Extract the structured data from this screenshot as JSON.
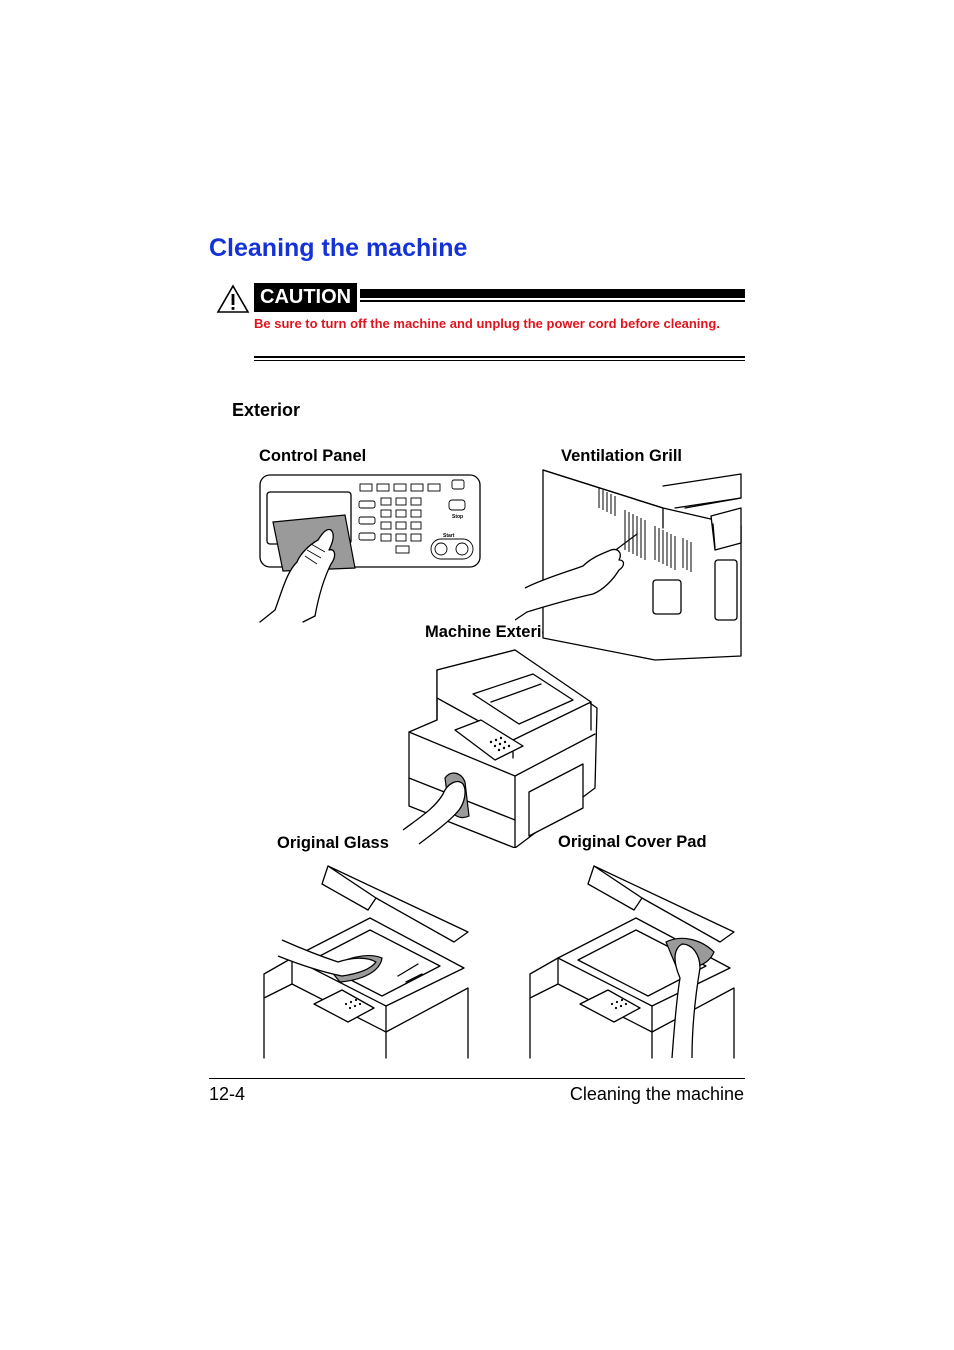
{
  "section_title": "Cleaning the machine",
  "caution": {
    "label": "CAUTION",
    "text": "Be sure to turn off the machine and unplug the power cord before cleaning.",
    "icon": "warning-triangle-icon",
    "text_color": "#e0141e"
  },
  "subsection_title": "Exterior",
  "figures": {
    "control_panel": "Control Panel",
    "ventilation_grill": "Ventilation Grill",
    "machine_exterior": "Machine Exterior",
    "original_glass": "Original Glass",
    "original_cover_pad": "Original Cover Pad",
    "panel_stop_label": "Stop",
    "panel_start_label": "Start"
  },
  "footer": {
    "page_number": "12-4",
    "chapter_title": "Cleaning the machine"
  },
  "colors": {
    "heading": "#1432d8",
    "caution_text": "#e0141e"
  }
}
